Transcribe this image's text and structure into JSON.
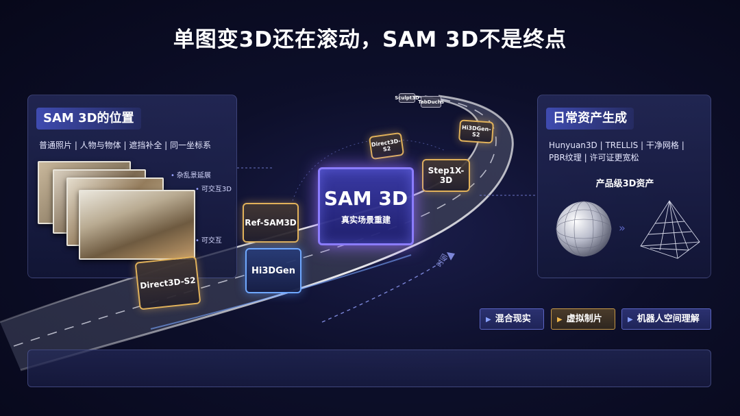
{
  "title": "单图变3D还在滚动，SAM 3D不是终点",
  "left_panel": {
    "heading": "SAM 3D的位置",
    "features": "普通照片 | 人物与物体 | 遮挡补全 | 同一坐标系",
    "labels": [
      "杂乱景延展",
      "可交互3D",
      "可交互"
    ]
  },
  "road": {
    "main_card": {
      "title": "SAM 3D",
      "subtitle": "真实场景重建"
    },
    "cards": [
      "Direct3D-S2",
      "Hi3DGen",
      "Ref-SAM3D",
      "Step1X-3D",
      "Direct3D-S2",
      "Hi3DGen-S2"
    ],
    "distant_cards": [
      "Sculpt3D",
      "TabDuchs"
    ],
    "road_text": "时间"
  },
  "right_panel": {
    "heading": "日常资产生成",
    "features_line1": "Hunyuan3D | TRELLIS | 干净网格 |",
    "features_line2": "PBR纹理 | 许可证更宽松",
    "subheading": "产品级3D资产"
  },
  "tags": [
    {
      "label": "混合现实",
      "style": "blue"
    },
    {
      "label": "虚拟制片",
      "style": "gold"
    },
    {
      "label": "机器人空间理解",
      "style": "blue"
    }
  ],
  "icons": {
    "play": "play-triangle-icon",
    "arrow": "double-arrow-icon"
  },
  "colors": {
    "accent_gold": "#e2b25a",
    "accent_blue": "#6fa8ff",
    "accent_purple": "#8b7cff"
  }
}
